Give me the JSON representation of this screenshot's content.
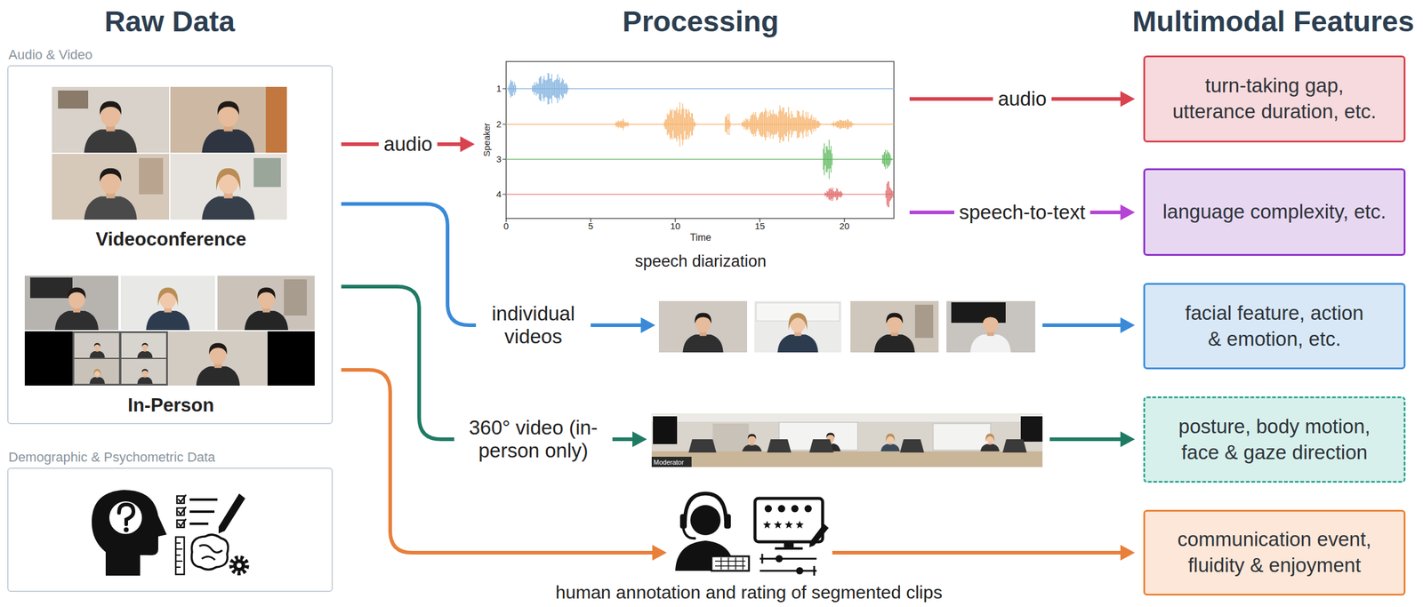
{
  "diagram": {
    "nodes": [
      {
        "text": [
          "Audio & Video",
          "Videoconference",
          "In-Person"
        ]
      },
      {
        "text": [
          "Demographic & Psychometric Data"
        ]
      },
      {
        "text": [
          "speech diarization"
        ]
      },
      {
        "text": [
          "human annotation and rating of segmented clips"
        ]
      },
      {
        "text": [
          "turn-taking gap, utterance duration, etc."
        ]
      },
      {
        "text": [
          "language complexity, etc."
        ]
      },
      {
        "text": [
          "facial feature, action & emotion, etc."
        ]
      },
      {
        "text": [
          "posture, body motion, face & gaze direction"
        ]
      },
      {
        "text": [
          "communication event, fluidity & enjoyment"
        ]
      }
    ],
    "edges": [
      {
        "from": 0,
        "to": 2,
        "label": "audio",
        "arrow": "to"
      },
      {
        "from": 2,
        "to": 4,
        "label": "audio",
        "arrow": "to"
      },
      {
        "from": 2,
        "to": 5,
        "label": "speech-to-text",
        "arrow": "to"
      },
      {
        "from": 0,
        "to": 6,
        "label": "individual videos",
        "arrow": "to"
      },
      {
        "from": 0,
        "to": 7,
        "label": "360° video (in-person only)",
        "arrow": "to"
      },
      {
        "from": 0,
        "to": 3,
        "arrow": "to"
      },
      {
        "from": 3,
        "to": 8,
        "arrow": "to"
      }
    ],
    "labels": [
      "Raw Data",
      "Processing",
      "Multimodal Features",
      "1",
      "2",
      "3",
      "4",
      "Speaker",
      "0",
      "5",
      "10",
      "15",
      "20",
      "Time",
      "Moderator"
    ]
  }
}
